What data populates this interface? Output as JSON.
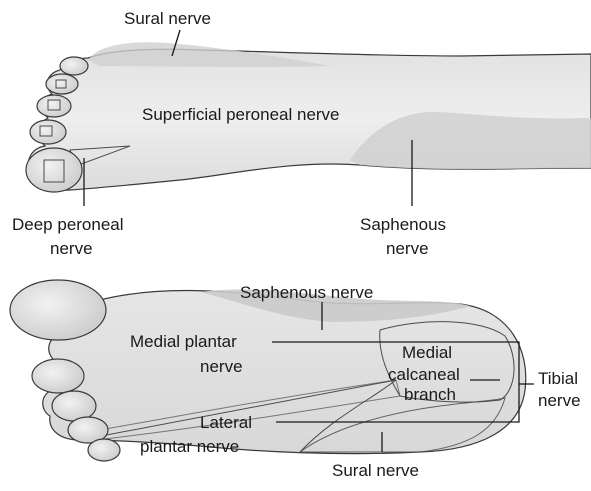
{
  "top_foot": {
    "labels": {
      "sural": "Sural nerve",
      "superficial_peroneal": "Superficial peroneal nerve",
      "deep_peroneal_1": "Deep peroneal",
      "deep_peroneal_2": "nerve",
      "saphenous_1": "Saphenous",
      "saphenous_2": "nerve"
    }
  },
  "bottom_foot": {
    "labels": {
      "saphenous": "Saphenous nerve",
      "medial_plantar_1": "Medial plantar",
      "medial_plantar_2": "nerve",
      "medial_calcaneal_1": "Medial",
      "medial_calcaneal_2": "calcaneal",
      "medial_calcaneal_3": "branch",
      "tibial_1": "Tibial",
      "tibial_2": "nerve",
      "lateral_plantar_1": "Lateral",
      "lateral_plantar_2": "plantar nerve",
      "sural": "Sural nerve"
    }
  },
  "colors": {
    "skin_light": "#e9e9e9",
    "skin_mid": "#d6d6d6",
    "skin_dark": "#c4c4c4",
    "line": "#1a1a1a"
  }
}
